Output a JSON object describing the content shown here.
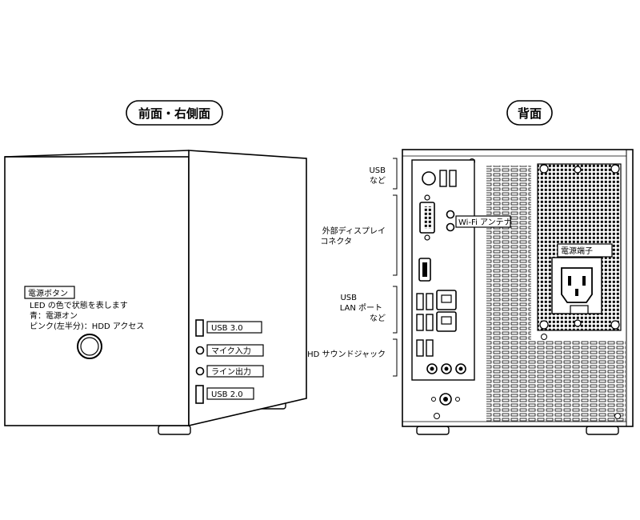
{
  "front": {
    "title": "前面・右側面",
    "power_button_label": "電源ボタン",
    "led_desc": "LED の色で状態を表します",
    "led_blue": "青：電源オン",
    "led_pink": "ピンク(左半分)：HDD アクセス",
    "ports": {
      "usb3": "USB 3.0",
      "mic": "マイク入力",
      "line_out": "ライン出力",
      "usb2": "USB 2.0"
    }
  },
  "back": {
    "title": "背面",
    "usb_etc_1": "USB",
    "usb_etc_2": "など",
    "display_1": "外部ディスプレイ",
    "display_2": "コネクタ",
    "wifi": "Wi-Fi アンテナ",
    "usb_lan_1": "USB",
    "usb_lan_2": "LAN ポート",
    "usb_lan_3": "など",
    "sound": "HD サウンドジャック",
    "power_terminal": "電源端子"
  }
}
